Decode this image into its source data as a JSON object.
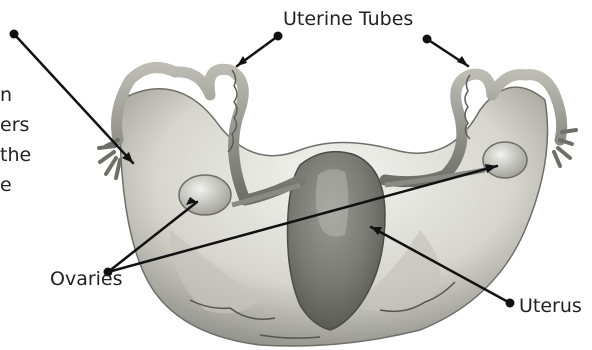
{
  "labels": {
    "uterine_tubes": "Uterine Tubes",
    "ovaries": "Ovaries",
    "uterus": "Uterus"
  },
  "cropped_text_lines": [
    "n",
    "ers",
    "the",
    "e"
  ],
  "colors": {
    "text": "#222222",
    "pointer": "#111111",
    "tissue_light": "#e9e9e4",
    "tissue_mid": "#bdbdb6",
    "tissue_dark": "#6f6f69",
    "vessel": "#555550"
  }
}
